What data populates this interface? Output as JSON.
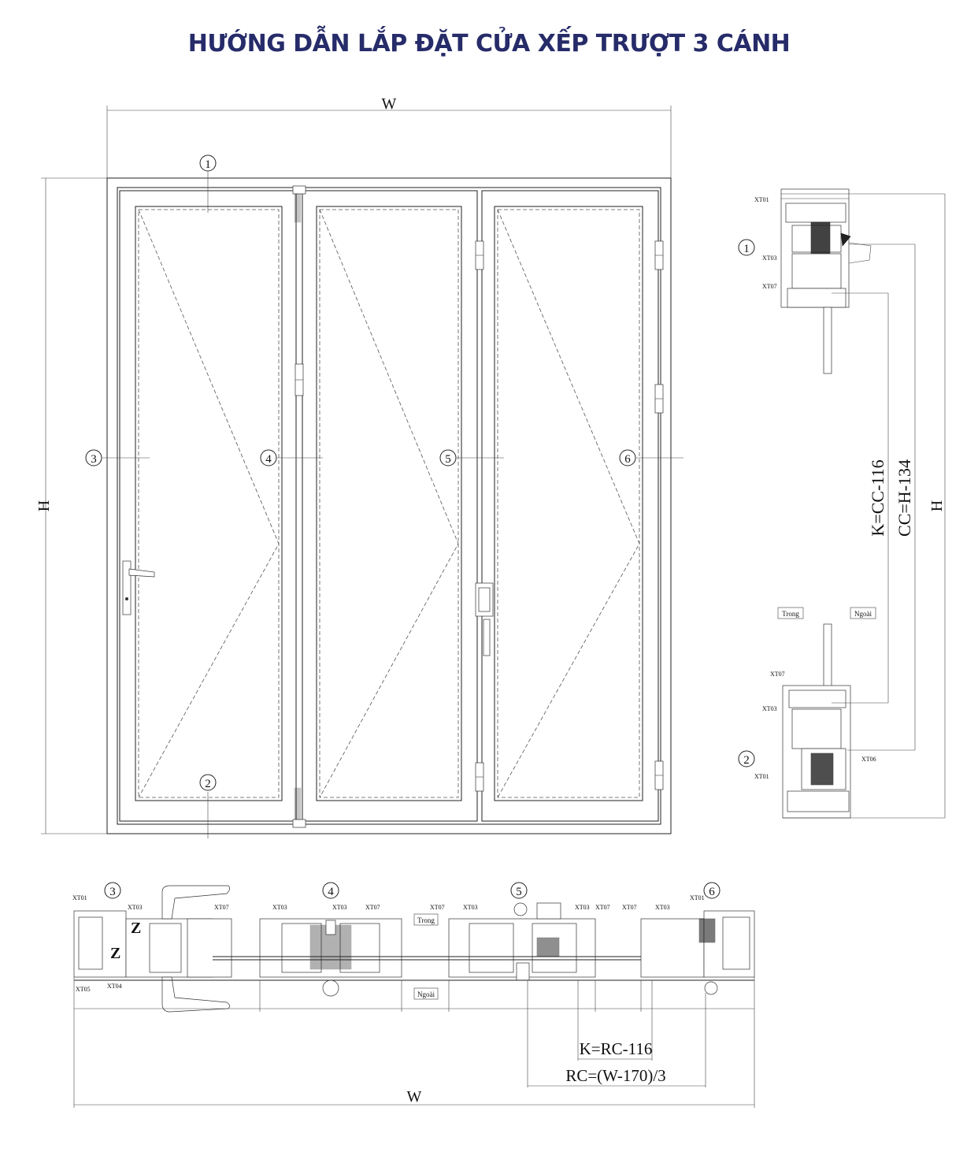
{
  "title": "HƯỚNG DẪN LẮP ĐẶT CỬA XẾP TRƯỢT 3 CÁNH",
  "elevation": {
    "width_label": "W",
    "height_label": "H",
    "section_markers": [
      "1",
      "2",
      "3",
      "4",
      "5",
      "6"
    ]
  },
  "vertical_section": {
    "height_label": "H",
    "formula_k": "K=CC-116",
    "formula_cc": "CC=H-134",
    "inside_label": "Trong",
    "outside_label": "Ngoài",
    "marker_top": "1",
    "marker_bottom": "2",
    "profile_codes_top": [
      "XT01",
      "XT03",
      "XT07"
    ],
    "profile_codes_bottom": [
      "XT07",
      "XT03",
      "XT01",
      "XT06"
    ]
  },
  "horizontal_section": {
    "width_label": "W",
    "formula_k": "K=RC-116",
    "formula_rc": "RC=(W-170)/3",
    "inside_label": "Trong",
    "outside_label": "Ngoài",
    "markers": [
      "3",
      "4",
      "5",
      "6"
    ],
    "profile_codes": [
      "XT01",
      "XT03",
      "XT07",
      "XT03",
      "XT03",
      "XT07",
      "XT07",
      "XT03",
      "XT03",
      "XT07",
      "XT07",
      "XT03",
      "XT01",
      "XT05",
      "XT04"
    ]
  },
  "colors": {
    "title": "#262b69",
    "lines": "#222222"
  }
}
